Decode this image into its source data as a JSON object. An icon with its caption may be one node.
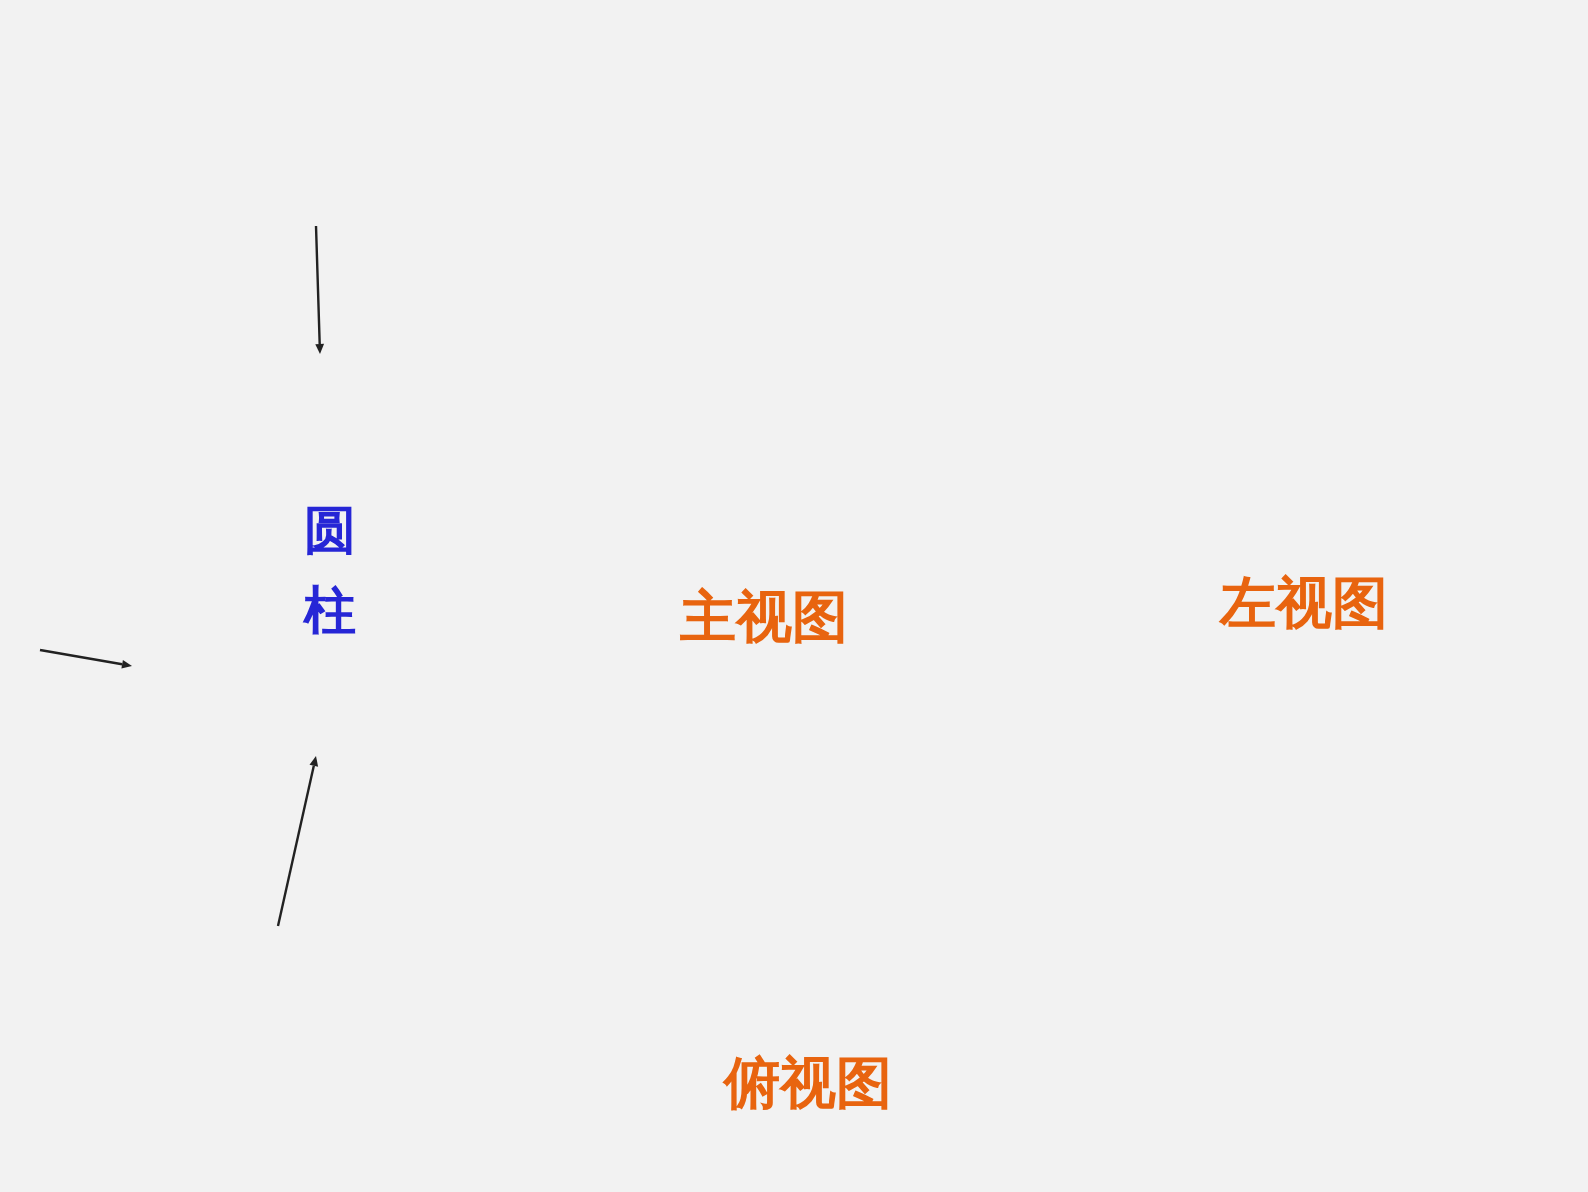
{
  "diagram": {
    "labels": [
      "圆柱",
      "主视图",
      "左视图",
      "俯视图"
    ]
  }
}
